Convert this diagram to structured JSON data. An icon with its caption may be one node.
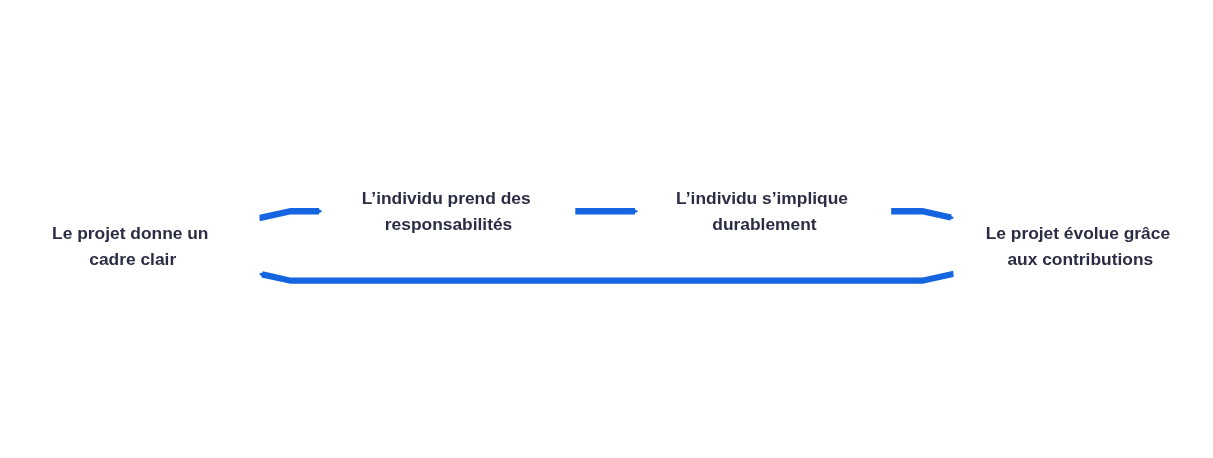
{
  "diagram": {
    "nodes": [
      {
        "text": [
          "Le projet donne un cadre clair"
        ]
      },
      {
        "text": [
          "L’individu prend des responsabilités"
        ]
      },
      {
        "text": [
          "L’individu s’implique durablement"
        ]
      },
      {
        "text": [
          "Le projet évolue grâce aux contributions"
        ]
      }
    ],
    "edges": [
      {
        "from": 0,
        "to": 1,
        "arrow": "to"
      },
      {
        "from": 1,
        "to": 2,
        "arrow": "to"
      },
      {
        "from": 2,
        "to": 3,
        "arrow": "to"
      },
      {
        "from": 3,
        "to": 0,
        "arrow": "to"
      }
    ]
  }
}
